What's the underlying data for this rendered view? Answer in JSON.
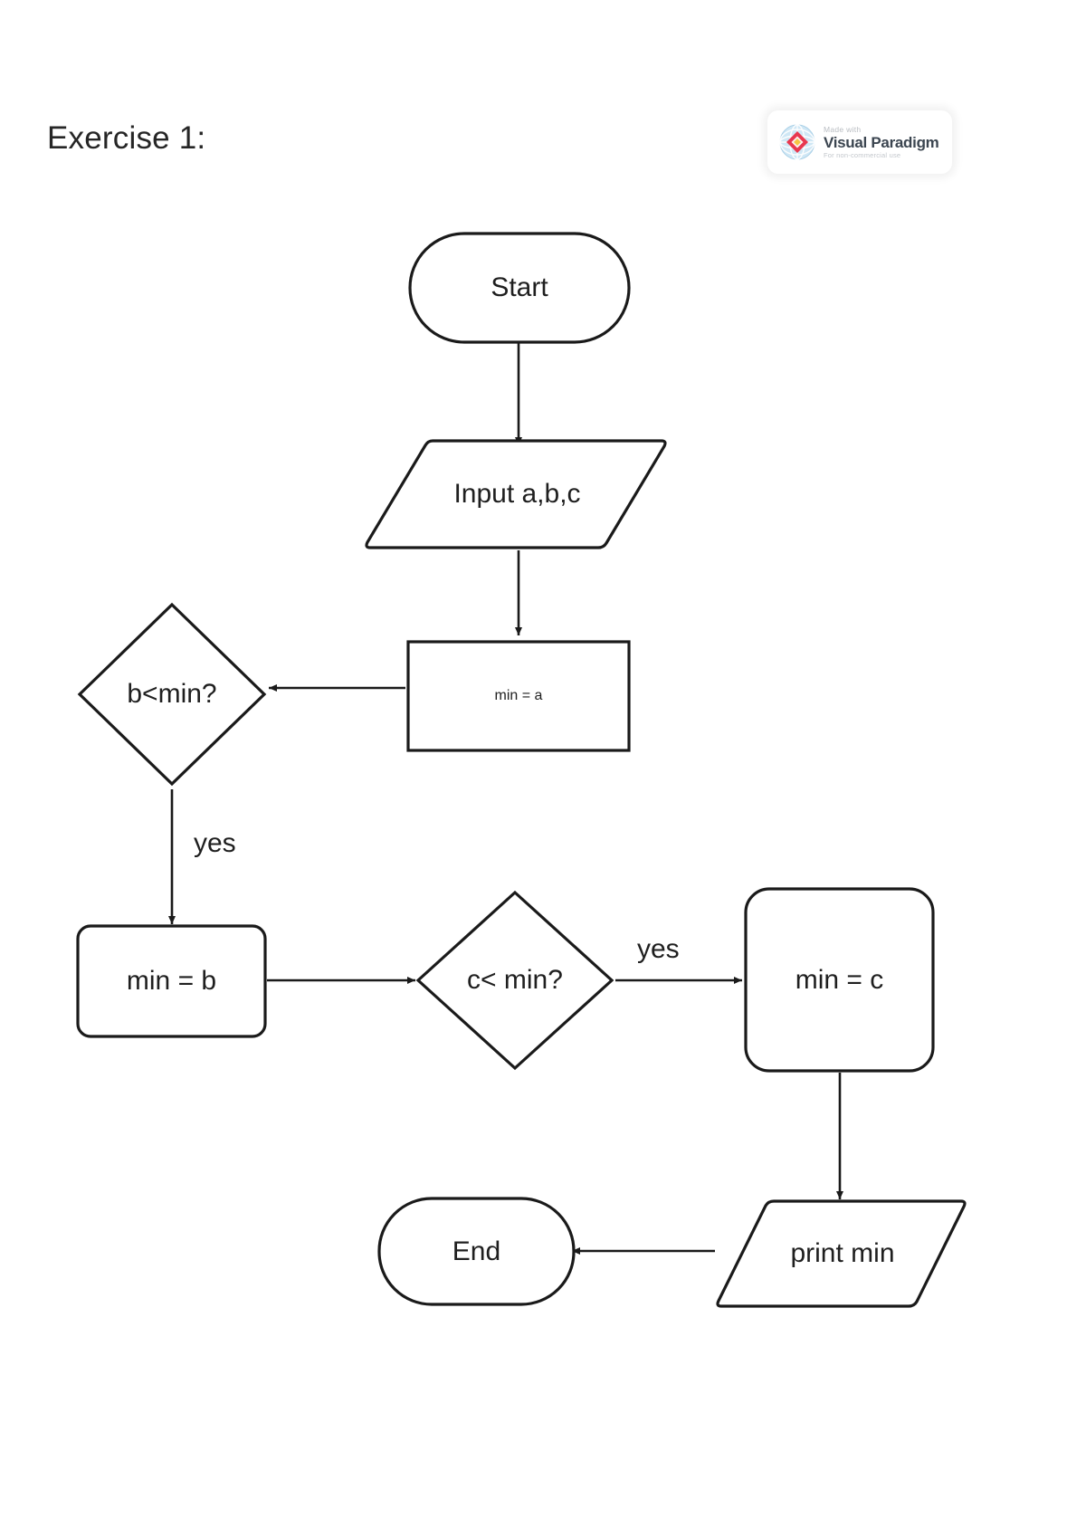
{
  "page": {
    "title": "Exercise 1:"
  },
  "watermark": {
    "made_with": "Made with",
    "product": "Visual Paradigm",
    "license": "For non-commercial use",
    "globe_icon": "globe-icon",
    "logo_icon": "visual-paradigm-diamond-logo"
  },
  "diagram": {
    "type": "flowchart",
    "stroke_color": "#1a1a1a",
    "fill_color": "#ffffff",
    "nodes": [
      {
        "id": "start",
        "label": "Start",
        "shape": "stadium"
      },
      {
        "id": "input",
        "label": "Input a,b,c",
        "shape": "parallelogram"
      },
      {
        "id": "min_a",
        "label": "min = a",
        "shape": "rectangle"
      },
      {
        "id": "b_lt_min",
        "label": "b<min?",
        "shape": "diamond"
      },
      {
        "id": "min_b",
        "label": "min = b",
        "shape": "rounded-rectangle"
      },
      {
        "id": "c_lt_min",
        "label": "c< min?",
        "shape": "diamond"
      },
      {
        "id": "min_c",
        "label": "min = c",
        "shape": "rounded-rectangle"
      },
      {
        "id": "print",
        "label": "print min",
        "shape": "parallelogram"
      },
      {
        "id": "end",
        "label": "End",
        "shape": "stadium"
      }
    ],
    "edges": [
      {
        "from": "start",
        "to": "input",
        "label": ""
      },
      {
        "from": "input",
        "to": "min_a",
        "label": ""
      },
      {
        "from": "min_a",
        "to": "b_lt_min",
        "label": ""
      },
      {
        "from": "b_lt_min",
        "to": "min_b",
        "label": "yes"
      },
      {
        "from": "min_b",
        "to": "c_lt_min",
        "label": ""
      },
      {
        "from": "c_lt_min",
        "to": "min_c",
        "label": "yes"
      },
      {
        "from": "min_c",
        "to": "print",
        "label": ""
      },
      {
        "from": "print",
        "to": "end",
        "label": ""
      }
    ],
    "edge_labels": {
      "yes_left": "yes",
      "yes_right": "yes"
    }
  }
}
